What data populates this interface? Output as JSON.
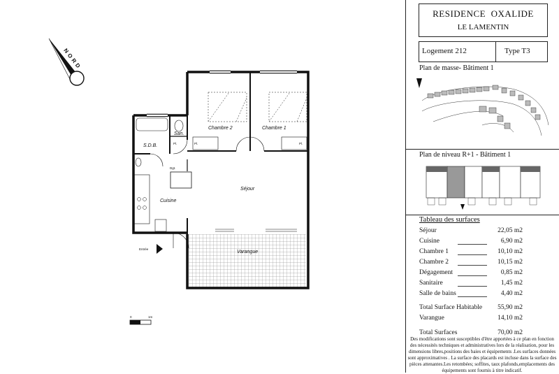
{
  "header": {
    "title": "RESIDENCE  OXALIDE",
    "subtitle": "LE LAMENTIN"
  },
  "unit": {
    "logement": "Logement 212",
    "type": "Type T3"
  },
  "masse": {
    "title": "Plan de masse-  Bâtiment 1"
  },
  "niveau": {
    "title": "Plan de niveau R+1 - Bâtiment 1"
  },
  "compass": {
    "label": "NORD"
  },
  "rooms": {
    "chambre2": "Chambre 2",
    "chambre1": "Chambre 1",
    "sdb": "S.D.B.",
    "san": "San.",
    "sejour": "Séjour",
    "cuisine": "Cuisine",
    "varangue": "Varangue",
    "entree": "Entrée",
    "pl1": "Pl.",
    "pl2": "Pl.",
    "pl3": "Pl.",
    "dgt": "Dgt."
  },
  "scale": {
    "zero": "0",
    "max": "1m"
  },
  "surfaces": {
    "title": "Tableau des surfaces",
    "rows": [
      {
        "label": "Séjour",
        "value": "22,05 m2"
      },
      {
        "label": "Cuisine",
        "value": "6,90 m2"
      },
      {
        "label": "Chambre 1",
        "value": "10,10 m2"
      },
      {
        "label": "Chambre 2",
        "value": "10,15 m2"
      },
      {
        "label": "Dégagement",
        "value": "0,85  m2"
      },
      {
        "label": "Sanitaire",
        "value": "1,45  m2"
      },
      {
        "label": "Salle de bains",
        "value": "4,40  m2"
      }
    ],
    "habitable": {
      "label": "Total Surface Habitable",
      "value": "55,90  m2"
    },
    "varangue": {
      "label": "Varangue",
      "value": "14,10  m2"
    },
    "total": {
      "label": "Total Surfaces",
      "value": "70,00  m2"
    }
  },
  "disclaimer": "Des modifications sont susceptibles d'être apportées à ce plan en fonction des nécessités techniques et administratives lors de la réalisation, pour les dimensions libres,positions des baies et équipements .Les surfaces données sont approximatives . La surface des placards est incluse dans la surface des pièces attenantes.Les retombées; soffites, taux plafonds,emplacements des équipements sont fournis à  titre indicatif."
}
